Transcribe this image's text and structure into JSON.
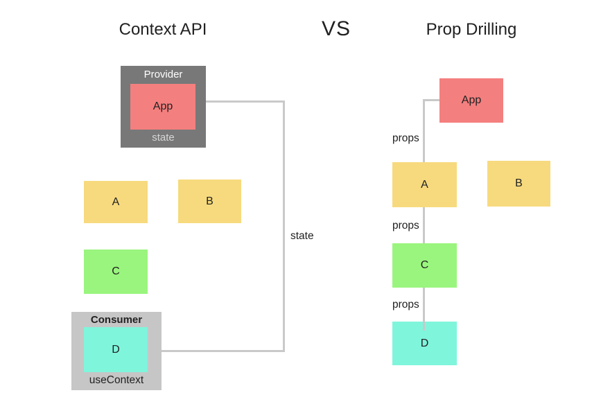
{
  "titles": {
    "left": "Context API",
    "vs": "VS",
    "right": "Prop Drilling"
  },
  "context_api": {
    "provider_label": "Provider",
    "app": "App",
    "provider_state_label": "state",
    "node_a": "A",
    "node_b": "B",
    "node_c": "C",
    "consumer_label": "Consumer",
    "node_d": "D",
    "use_context_label": "useContext",
    "edge_label": "state"
  },
  "prop_drilling": {
    "app": "App",
    "node_a": "A",
    "node_b": "B",
    "node_c": "C",
    "node_d": "D",
    "edge_labels": [
      "props",
      "props",
      "props"
    ]
  },
  "colors": {
    "app_node": "#F47F7F",
    "generic_node": "#F7DA7E",
    "deep_node": "#9AF57E",
    "leaf_node": "#7FF5DC",
    "provider_bg": "#787878",
    "consumer_bg": "#C6C6C6",
    "connector": "#C9C9C9",
    "text": "#212121",
    "provider_text": "#FFFFFF",
    "state_text": "#D6D6D6"
  }
}
